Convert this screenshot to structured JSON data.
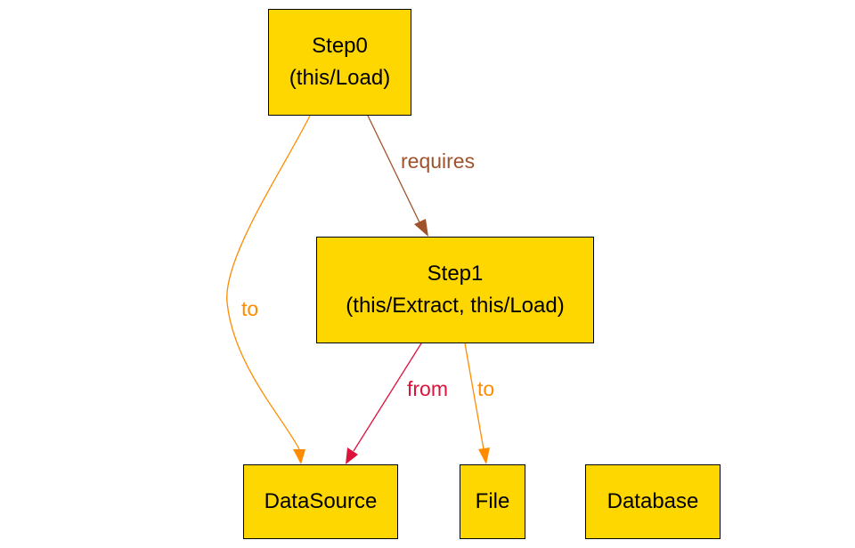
{
  "nodes": {
    "step0": {
      "name": "Step0",
      "detail": "(this/Load)"
    },
    "step1": {
      "name": "Step1",
      "detail": "(this/Extract, this/Load)"
    },
    "datasource": {
      "name": "DataSource"
    },
    "file": {
      "name": "File"
    },
    "database": {
      "name": "Database"
    }
  },
  "edges": {
    "step0_to_step1": {
      "label": "requires",
      "color": "#a0522d"
    },
    "step0_to_datasource": {
      "label": "to",
      "color": "#ff8c00"
    },
    "step1_to_datasource": {
      "label": "from",
      "color": "#dc143c"
    },
    "step1_to_file": {
      "label": "to",
      "color": "#ff8c00"
    }
  },
  "colors": {
    "node_fill": "#ffd700",
    "node_border": "#000000"
  }
}
